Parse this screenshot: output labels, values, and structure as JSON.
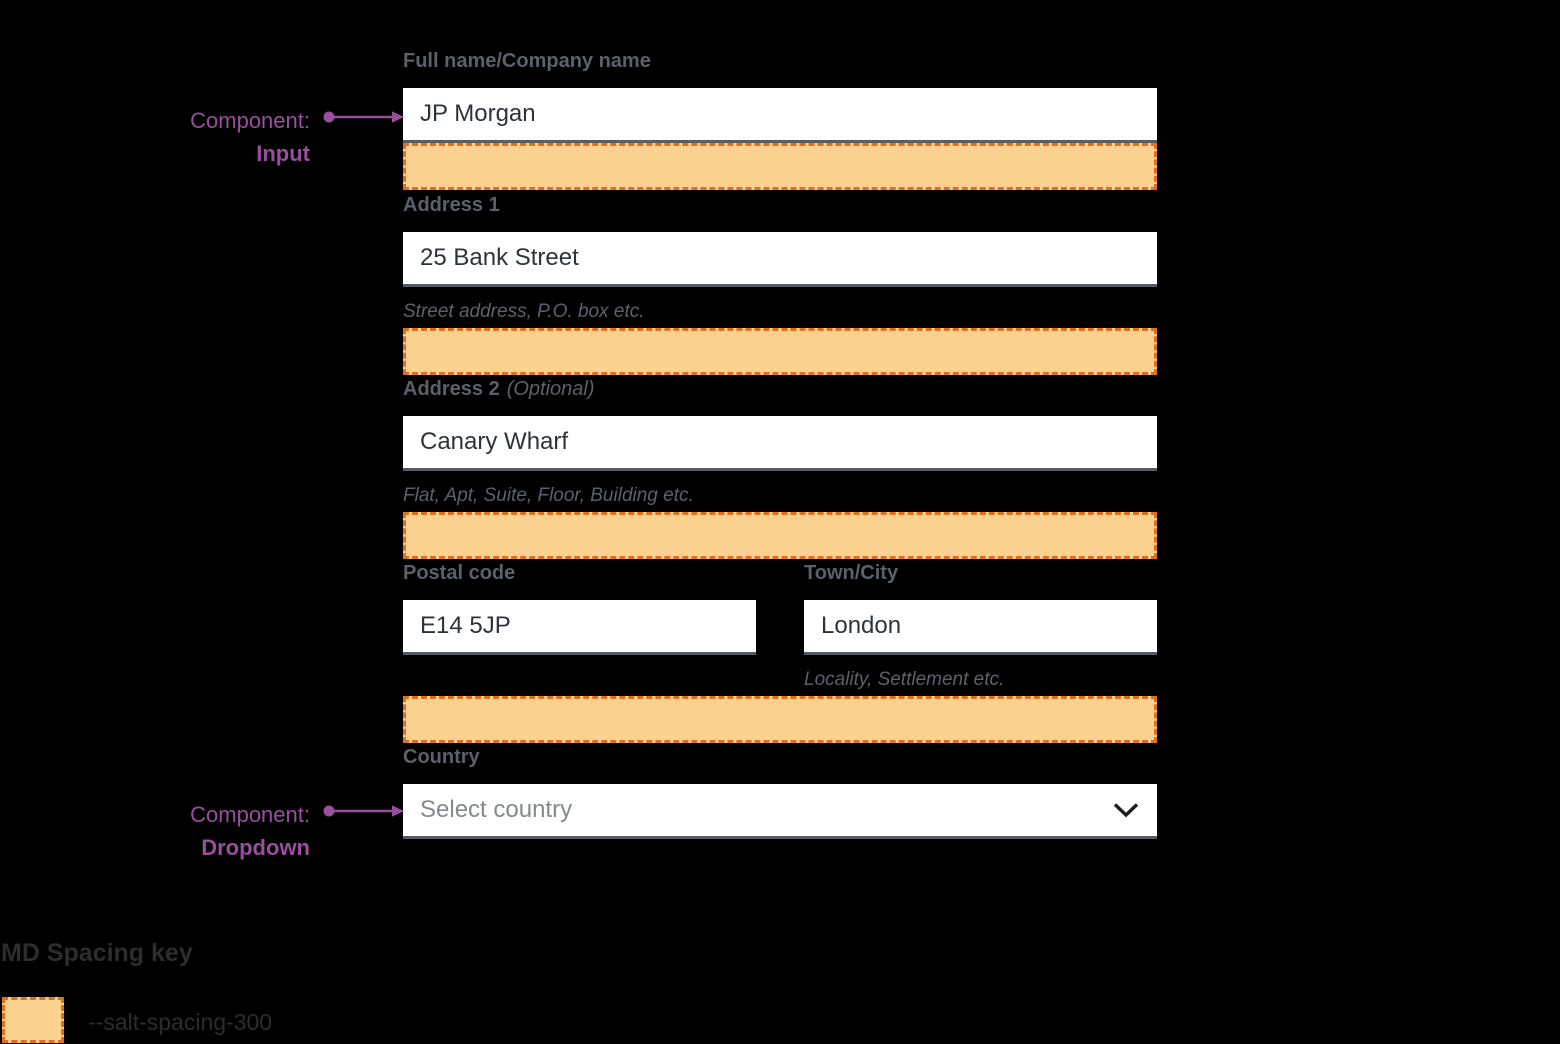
{
  "colors": {
    "background": "#000000",
    "spacing_fill": "#FBD190",
    "spacing_border": "#E0711C",
    "annotation_purple": "#9A4E9E",
    "label_gray": "#5B606A",
    "input_border_gray": "#565B64"
  },
  "annotations": {
    "input": {
      "prefix": "Component:",
      "component": "Input"
    },
    "dropdown": {
      "prefix": "Component:",
      "component": "Dropdown"
    }
  },
  "form": {
    "full_name": {
      "label": "Full name/Company name",
      "value": "JP Morgan"
    },
    "address1": {
      "label": "Address 1",
      "value": "25 Bank Street",
      "helper": "Street address, P.O. box etc."
    },
    "address2": {
      "label": "Address 2",
      "optional_suffix": "(Optional)",
      "value": "Canary Wharf",
      "helper": "Flat, Apt, Suite, Floor, Building etc."
    },
    "postal_code": {
      "label": "Postal code",
      "value": "E14 5JP"
    },
    "town_city": {
      "label": "Town/City",
      "value": "London",
      "helper": "Locality, Settlement etc."
    },
    "country": {
      "label": "Country",
      "placeholder": "Select country"
    }
  },
  "spacing_key": {
    "title": "MD Spacing key",
    "token_label": "--salt-spacing-300"
  }
}
